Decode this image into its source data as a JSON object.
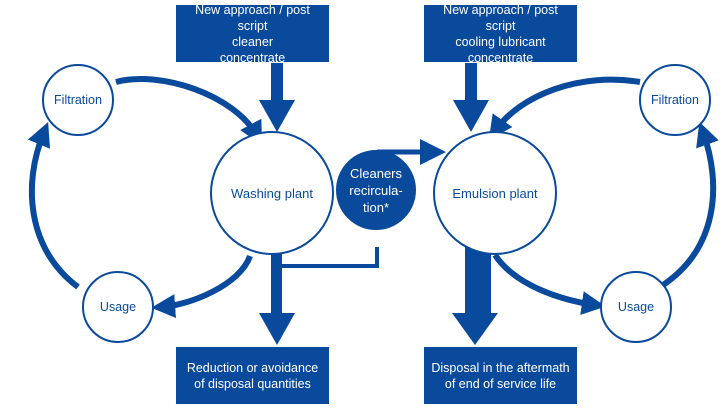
{
  "colors": {
    "primary": "#0a4a9c",
    "background": "#ffffff"
  },
  "boxes": {
    "top_left": {
      "lines": [
        "New approach / post script",
        "cleaner",
        "concentrate"
      ]
    },
    "top_right": {
      "lines": [
        "New approach / post script",
        "cooling lubricant",
        "concentrate"
      ]
    },
    "bottom_left": {
      "lines": [
        "Reduction or avoidance",
        "of disposal quantities"
      ]
    },
    "bottom_right": {
      "lines": [
        "Disposal in the aftermath",
        "of end of service life"
      ]
    }
  },
  "nodes": {
    "washing_plant": "Washing plant",
    "emulsion_plant": "Emulsion plant",
    "filtration_left": "Filtration",
    "usage_left": "Usage",
    "filtration_right": "Filtration",
    "usage_right": "Usage",
    "cleaners_recirculation": {
      "lines": [
        "Cleaners",
        "recircula-",
        "tion*"
      ]
    }
  }
}
